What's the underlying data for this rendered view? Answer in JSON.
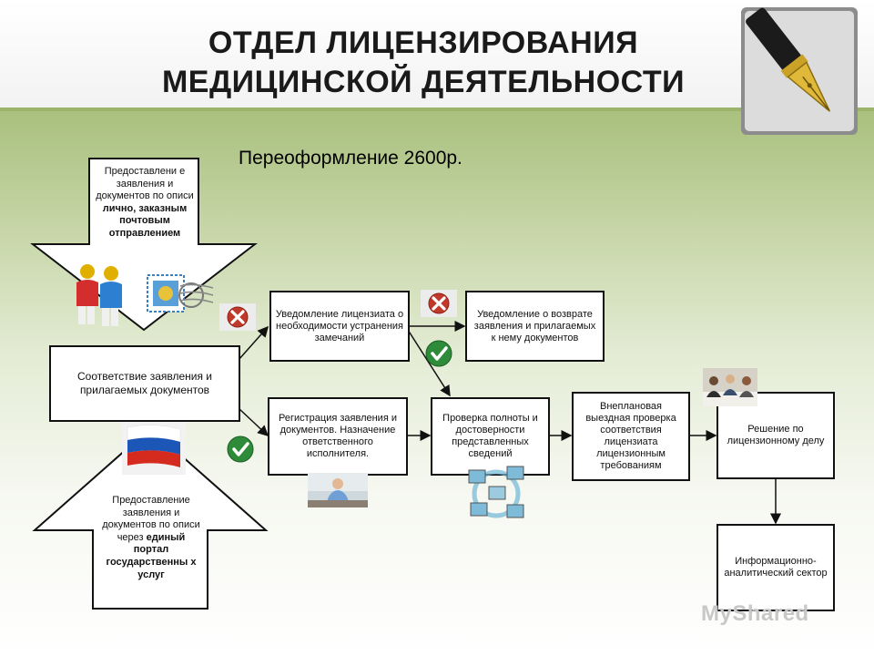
{
  "header": {
    "title_line1": "ОТДЕЛ ЛИЦЕНЗИРОВАНИЯ",
    "title_line2": "МЕДИЦИНСКОЙ ДЕЯТЕЛЬНОСТИ"
  },
  "subtitle": "Переоформление 2600р.",
  "arrows": {
    "top": {
      "text_plain": "Предоставлени е заявления и документов по описи",
      "text_bold": "лично, заказным почтовым отправлением"
    },
    "bottom": {
      "text_plain": "Предоставление заявления и документов по описи через",
      "text_bold": "единый портал государственны х услуг"
    }
  },
  "nodes": {
    "compliance": "Соответствие заявления и прилагаемых документов",
    "notify_fix": "Уведомление лицензиата о необходимости устранения замечаний",
    "notify_return": "Уведомление о возврате заявления и прилагаемых к нему документов",
    "registration": "Регистрация заявления и документов. Назначение ответственного исполнителя.",
    "check": "Проверка полноты и достоверности представленных сведений",
    "inspection": "Внеплановая выездная проверка соответствия лицензиата лицензионным требованиям",
    "decision": "Решение по лицензионному делу",
    "sector": "Информационно-аналитический сектор"
  },
  "icons": {
    "reject": "red-x-icon",
    "approve": "green-check-icon",
    "pen": "fountain-pen-icon",
    "people": "people-icon",
    "mail": "mail-stamp-icon",
    "flag": "russian-flag-icon",
    "network": "network-computers-icon",
    "photo": "person-photo",
    "meeting": "meeting-photo"
  },
  "colors": {
    "green_band": "#a9c07e",
    "reject": "#c0392b",
    "approve": "#2e8b3a"
  },
  "watermark": "MyShared"
}
